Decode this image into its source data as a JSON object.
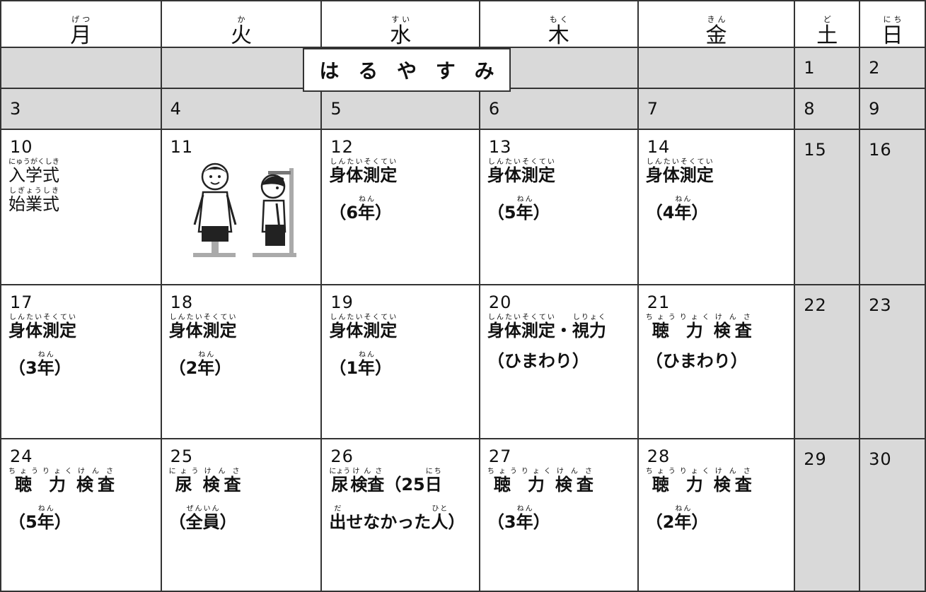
{
  "weekdays": [
    {
      "k": "月",
      "r": "げつ"
    },
    {
      "k": "火",
      "r": "か"
    },
    {
      "k": "水",
      "r": "すい"
    },
    {
      "k": "木",
      "r": "もく"
    },
    {
      "k": "金",
      "r": "きん"
    },
    {
      "k": "土",
      "r": "ど"
    },
    {
      "k": "日",
      "r": "にち"
    }
  ],
  "banner": [
    "は",
    "る",
    "や",
    "す",
    "み"
  ],
  "row1": {
    "sat": "1",
    "sun": "2"
  },
  "row2": [
    "3",
    "4",
    "5",
    "6",
    "7",
    "8",
    "9"
  ],
  "row3": {
    "dates": [
      "10",
      "11",
      "12",
      "13",
      "14",
      "15",
      "16"
    ],
    "mon": {
      "a": "入学式",
      "ar": "にゅうがくしき",
      "b": "始業式",
      "br": "しぎょうしき"
    },
    "sokutei_k": "身体測定",
    "sokutei_r": "しんたいそくてい",
    "nen_k": "年",
    "nen_r": "ねん",
    "wed_g": "6",
    "thu_g": "5",
    "fri_g": "4"
  },
  "row4": {
    "dates": [
      "17",
      "18",
      "19",
      "20",
      "21",
      "22",
      "23"
    ],
    "mon_g": "3",
    "tue_g": "2",
    "wed_g": "1",
    "shiryoku_k": "視力",
    "shiryoku_r": "しりょく",
    "himawari": "ひまわり",
    "chou_k": "聴",
    "chou_r": "ちょう",
    "ryoku_k": "力",
    "ryoku_r": "りょく",
    "kensa_k": "検査",
    "kensa_r": "けんさ"
  },
  "row5": {
    "dates": [
      "24",
      "25",
      "26",
      "27",
      "28",
      "29",
      "30"
    ],
    "mon_g": "5",
    "nyou_k": "尿",
    "nyou_r": "にょう",
    "zenin_k": "全員",
    "zenin_r": "ぜんいん",
    "wed_a": "25",
    "nichi_k": "日",
    "nichi_r": "にち",
    "da_k": "出",
    "da_r": "だ",
    "wed_mid": "せなかった",
    "hito_k": "人",
    "hito_r": "ひと",
    "thu_g": "3",
    "fri_g": "2"
  },
  "colors": {
    "gray": "#d9d9d9",
    "border": "#333333"
  }
}
